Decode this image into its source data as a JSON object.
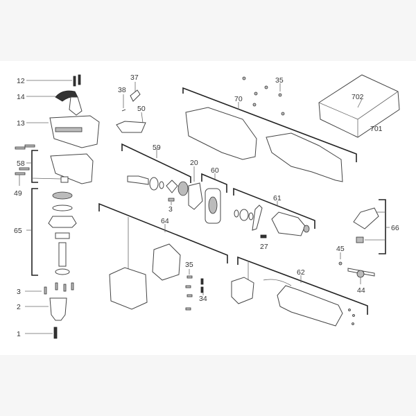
{
  "diagram": {
    "title": "Exploded parts diagram",
    "labels": {
      "p12": "12",
      "p14": "14",
      "p13": "13",
      "p58": "58",
      "p49": "49",
      "p65": "65",
      "p3a": "3",
      "p2": "2",
      "p1": "1",
      "p37": "37",
      "p38": "38",
      "p50": "50",
      "p59": "59",
      "p20": "20",
      "p60": "60",
      "p3b": "3",
      "p64": "64",
      "p35a": "35",
      "p34": "34",
      "p35b": "35",
      "p70": "70",
      "p702": "702",
      "p701": "701",
      "p61": "61",
      "p27": "27",
      "p66": "66",
      "p45": "45",
      "p44": "44",
      "p62": "62"
    }
  }
}
